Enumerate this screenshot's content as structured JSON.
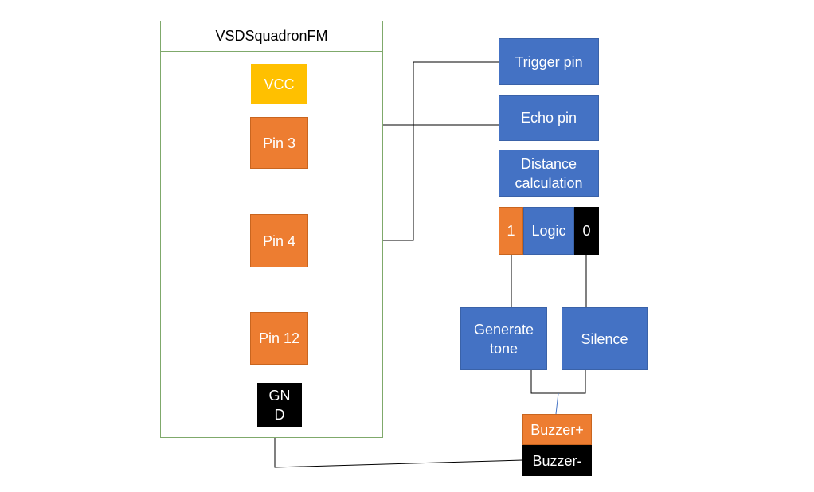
{
  "mcu": {
    "title": "VSDSquadronFM",
    "vcc": "VCC",
    "pin3": "Pin 3",
    "pin4": "Pin 4",
    "pin12": "Pin 12",
    "gnd": "GN\nD"
  },
  "sensor": {
    "trigger": "Trigger pin",
    "echo": "Echo pin",
    "distance": "Distance\ncalculation"
  },
  "logic": {
    "one": "1",
    "label": "Logic",
    "zero": "0"
  },
  "outputs": {
    "tone": "Generate\ntone",
    "silence": "Silence"
  },
  "buzzer": {
    "plus": "Buzzer+",
    "minus": "Buzzer-"
  },
  "colors": {
    "blue": "#4472c4",
    "orange": "#ed7d31",
    "yellow": "#ffc000",
    "black": "#000000",
    "frame": "#7fa96b"
  }
}
